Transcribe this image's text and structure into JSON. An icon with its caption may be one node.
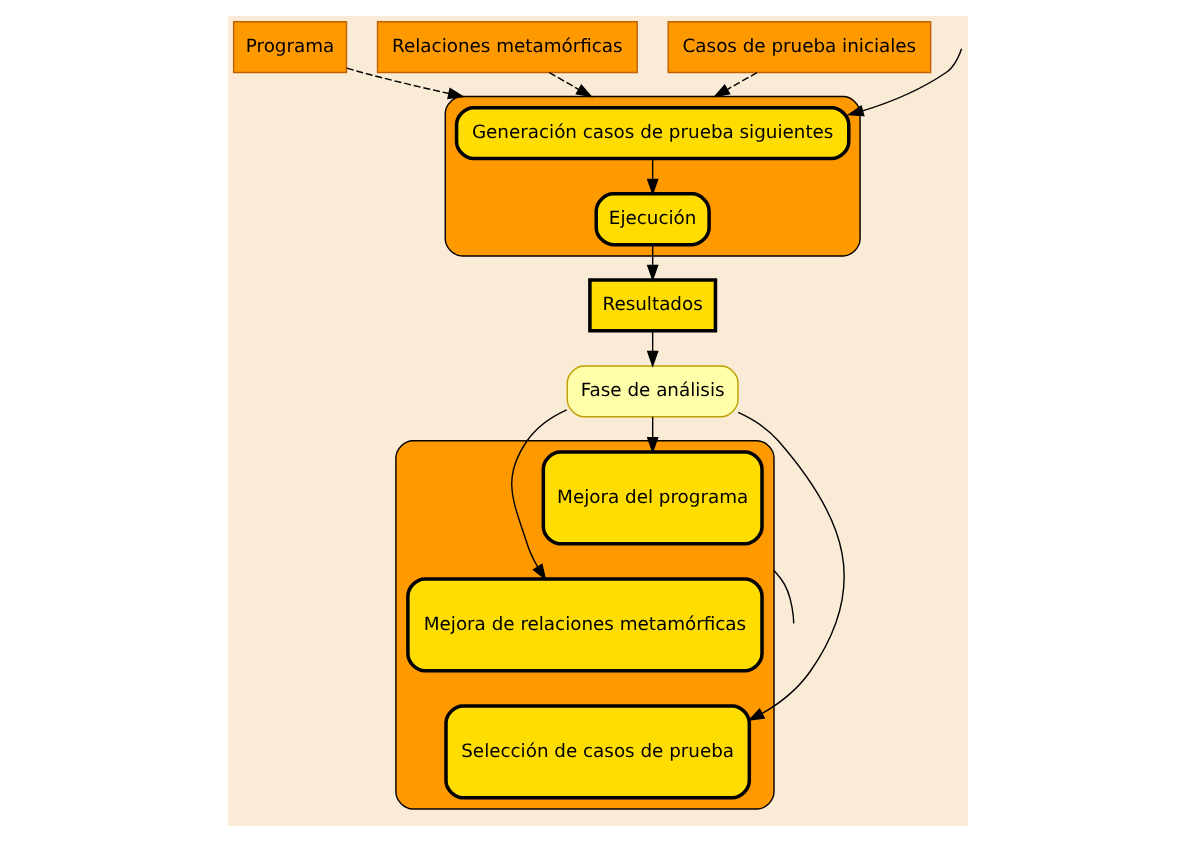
{
  "diagram": {
    "nodes": [
      {
        "text": [
          "Programa"
        ]
      },
      {
        "text": [
          "Relaciones metamórficas"
        ]
      },
      {
        "text": [
          "Casos de prueba iniciales"
        ]
      },
      {
        "text": [],
        "shape": "box"
      },
      {
        "text": [
          "Generación casos de prueba siguientes"
        ],
        "in": 3
      },
      {
        "text": [
          "Ejecución"
        ],
        "in": 3
      },
      {
        "text": [
          "Resultados"
        ]
      },
      {
        "text": [
          "Fase de análisis"
        ]
      },
      {
        "text": [],
        "shape": "box"
      },
      {
        "text": [
          "Mejora del programa"
        ],
        "in": 8
      },
      {
        "text": [
          "Mejora de relaciones metamórficas"
        ],
        "in": 8
      },
      {
        "text": [
          "Selección de casos de prueba"
        ],
        "in": 8
      }
    ],
    "edges": [
      {
        "from": 0,
        "to": 3,
        "arrow": "to",
        "style": "dashed"
      },
      {
        "from": 1,
        "to": 3,
        "arrow": "to",
        "style": "dashed"
      },
      {
        "from": 2,
        "to": 3,
        "arrow": "to",
        "style": "dashed"
      },
      {
        "from": 4,
        "to": 5,
        "arrow": "to"
      },
      {
        "from": 5,
        "to": 6,
        "arrow": "to"
      },
      {
        "from": 6,
        "to": 7,
        "arrow": "to"
      },
      {
        "from": 7,
        "to": 9,
        "arrow": "to"
      },
      {
        "from": 7,
        "to": 10,
        "arrow": "to"
      },
      {
        "from": 7,
        "to": 11,
        "arrow": "to"
      },
      {
        "from": 8,
        "to": null,
        "arrow": "none"
      },
      {
        "from": null,
        "to": 4,
        "arrow": "to"
      }
    ]
  }
}
